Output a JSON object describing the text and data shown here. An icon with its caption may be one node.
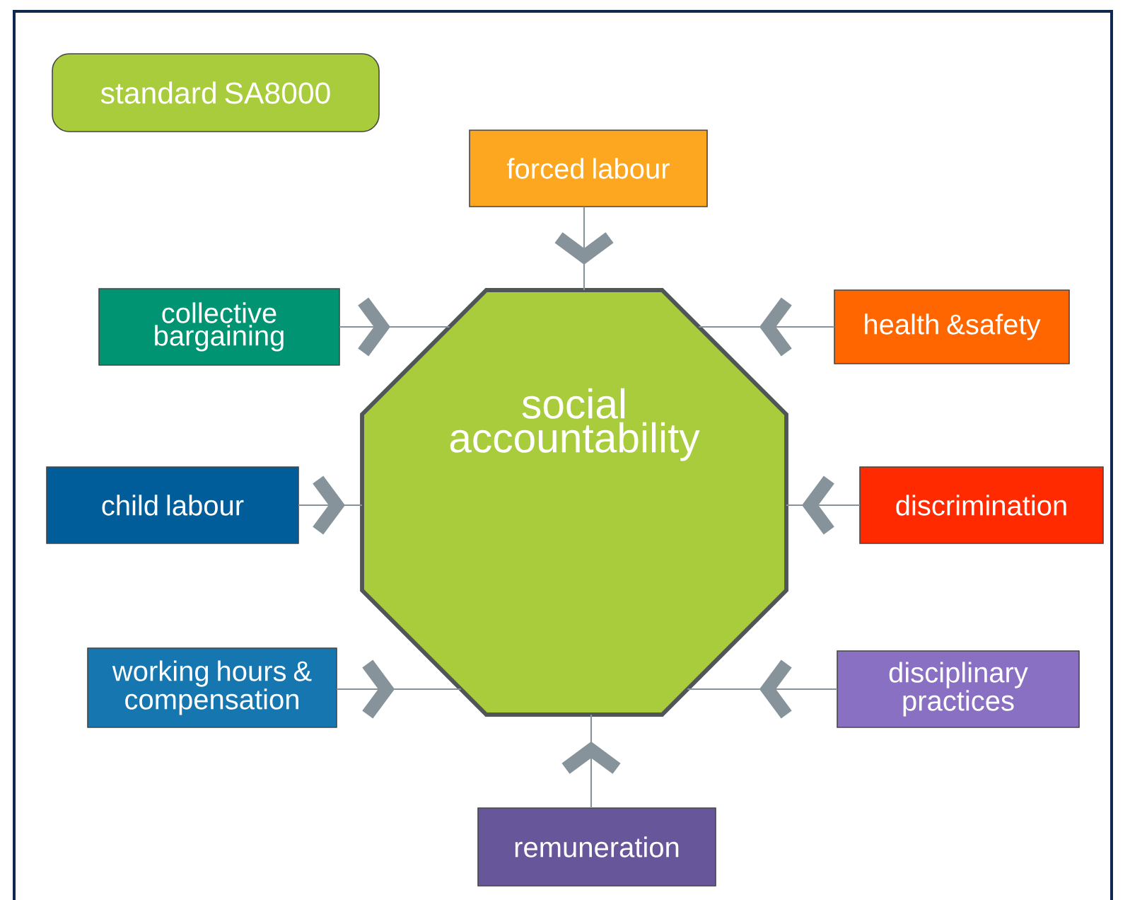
{
  "diagram": {
    "nodes": [
      {
        "text": [
          "standard SA8000"
        ]
      },
      {
        "text": [
          "forced labour"
        ]
      },
      {
        "text": [
          "collective bargaining"
        ]
      },
      {
        "text": [
          "health &safety"
        ]
      },
      {
        "text": [
          "social accountability"
        ]
      },
      {
        "text": [
          "child labour"
        ]
      },
      {
        "text": [
          "discrimination"
        ]
      },
      {
        "text": [
          "working hours & compensation"
        ]
      },
      {
        "text": [
          "disciplinary practices"
        ]
      },
      {
        "text": [
          "remuneration"
        ]
      }
    ],
    "edges": [
      {
        "from": 1,
        "to": 4,
        "arrow": "to"
      },
      {
        "from": 2,
        "to": 4,
        "arrow": "to"
      },
      {
        "from": 3,
        "to": 4,
        "arrow": "to"
      },
      {
        "from": 5,
        "to": 4,
        "arrow": "to"
      },
      {
        "from": 6,
        "to": 4,
        "arrow": "to"
      },
      {
        "from": 7,
        "to": 4,
        "arrow": "to"
      },
      {
        "from": 8,
        "to": 4,
        "arrow": "to"
      },
      {
        "from": 9,
        "to": 4,
        "arrow": "to"
      }
    ]
  }
}
